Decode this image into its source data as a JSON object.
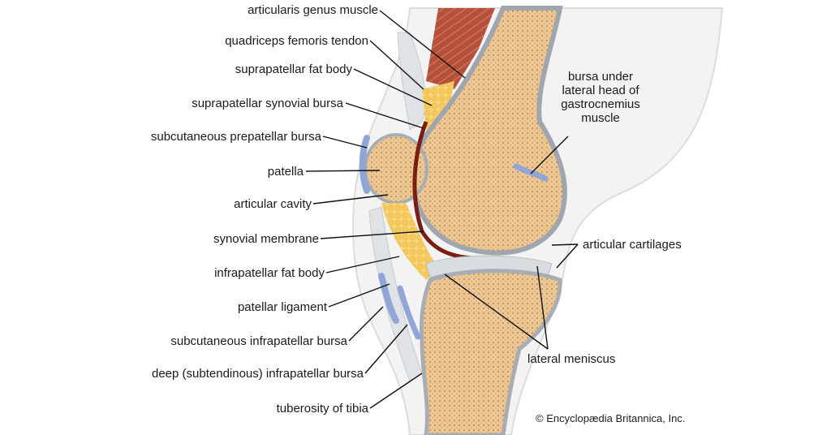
{
  "labels": {
    "articularis_genus": "articularis genus muscle",
    "quadriceps_tendon": "quadriceps femoris tendon",
    "suprapatellar_fat": "suprapatellar fat body",
    "suprapatellar_bursa": "suprapatellar synovial bursa",
    "prepatellar_bursa": "subcutaneous prepatellar bursa",
    "patella": "patella",
    "articular_cavity": "articular cavity",
    "synovial_membrane": "synovial membrane",
    "infrapatellar_fat": "infrapatellar fat body",
    "patellar_ligament": "patellar ligament",
    "subcut_infrapatellar": "subcutaneous infrapatellar bursa",
    "deep_infrapatellar": "deep (subtendinous) infrapatellar bursa",
    "tuberosity": "tuberosity of tibia",
    "gastrocnemius_line1": "bursa under",
    "gastrocnemius_line2": "lateral head of",
    "gastrocnemius_line3": "gastrocnemius",
    "gastrocnemius_line4": "muscle",
    "articular_cartilages": "articular cartilages",
    "lateral_meniscus": "lateral meniscus"
  },
  "copyright": "© Encyclopædia Britannica, Inc.",
  "colors": {
    "bone": "#e9c48f",
    "bone_texture": "#c98f55",
    "cartilage": "#d8dde2",
    "fat": "#f5cf6b",
    "muscle": "#b5513a",
    "bursa": "#8fa6d6",
    "skin": "#efefef",
    "synovial": "#7a1e12"
  }
}
